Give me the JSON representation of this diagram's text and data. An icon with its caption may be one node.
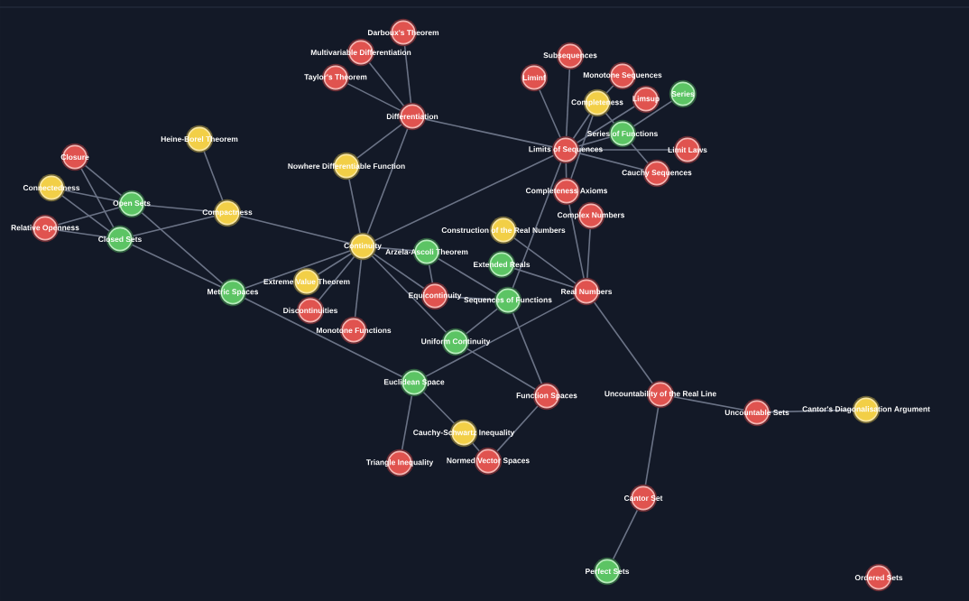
{
  "diagram": {
    "nodes": [
      {
        "text": [
          "Darboux's Theorem"
        ]
      },
      {
        "text": [
          "Multivariable Differentiation"
        ]
      },
      {
        "text": [
          "Subsequences"
        ]
      },
      {
        "text": [
          "Monotone Sequences"
        ]
      },
      {
        "text": [
          "Liminf"
        ]
      },
      {
        "text": [
          "Taylor's Theorem"
        ]
      },
      {
        "text": [
          "Limsup"
        ]
      },
      {
        "text": [
          "Series"
        ]
      },
      {
        "text": [
          "Completeness"
        ]
      },
      {
        "text": [
          "Differentiation"
        ]
      },
      {
        "text": [
          "Series of Functions"
        ]
      },
      {
        "text": [
          "Limit Laws"
        ]
      },
      {
        "text": [
          "Heine-Borel Theorem"
        ]
      },
      {
        "text": [
          "Limits of Sequences"
        ]
      },
      {
        "text": [
          "Closure"
        ]
      },
      {
        "text": [
          "Nowhere Differentiable Function"
        ]
      },
      {
        "text": [
          "Cauchy Sequences"
        ]
      },
      {
        "text": [
          "Connectedness"
        ]
      },
      {
        "text": [
          "Completeness Axioms"
        ]
      },
      {
        "text": [
          "Open Sets"
        ]
      },
      {
        "text": [
          "Compactness"
        ]
      },
      {
        "text": [
          "Complex Numbers"
        ]
      },
      {
        "text": [
          "Relative Openness"
        ]
      },
      {
        "text": [
          "Construction of the Real Numbers"
        ]
      },
      {
        "text": [
          "Closed Sets"
        ]
      },
      {
        "text": [
          "Continuity"
        ]
      },
      {
        "text": [
          "Arzela-Ascoli Theorem"
        ]
      },
      {
        "text": [
          "Extended Reals"
        ]
      },
      {
        "text": [
          "Extreme Value Theorem"
        ]
      },
      {
        "text": [
          "Metric Spaces"
        ]
      },
      {
        "text": [
          "Real Numbers"
        ]
      },
      {
        "text": [
          "Sequences of Functions"
        ]
      },
      {
        "text": [
          "Equicontinuity"
        ]
      },
      {
        "text": [
          "Discontinuities"
        ]
      },
      {
        "text": [
          "Monotone Functions"
        ]
      },
      {
        "text": [
          "Uniform Continuity"
        ]
      },
      {
        "text": [
          "Euclidean Space"
        ]
      },
      {
        "text": [
          "Uncountability of the Real Line"
        ]
      },
      {
        "text": [
          "Function Spaces"
        ]
      },
      {
        "text": [
          "Cantor's Diagonalisation Argument"
        ]
      },
      {
        "text": [
          "Uncountable Sets"
        ]
      },
      {
        "text": [
          "Cauchy-Schwartz Inequality"
        ]
      },
      {
        "text": [
          "Normed Vector Spaces"
        ]
      },
      {
        "text": [
          "Triangle Inequality"
        ]
      },
      {
        "text": [
          "Cantor Set"
        ]
      },
      {
        "text": [
          "Perfect Sets"
        ]
      },
      {
        "text": [
          "Ordered Sets"
        ]
      }
    ],
    "edges": [
      {
        "from": 0,
        "to": 9,
        "arrow": "none"
      },
      {
        "from": 1,
        "to": 9,
        "arrow": "none"
      },
      {
        "from": 5,
        "to": 9,
        "arrow": "none"
      },
      {
        "from": 9,
        "to": 15,
        "arrow": "none"
      },
      {
        "from": 9,
        "to": 25,
        "arrow": "none"
      },
      {
        "from": 9,
        "to": 13,
        "arrow": "none"
      },
      {
        "from": 15,
        "to": 25,
        "arrow": "none"
      },
      {
        "from": 12,
        "to": 20,
        "arrow": "none"
      },
      {
        "from": 14,
        "to": 19,
        "arrow": "none"
      },
      {
        "from": 14,
        "to": 24,
        "arrow": "none"
      },
      {
        "from": 17,
        "to": 19,
        "arrow": "none"
      },
      {
        "from": 17,
        "to": 24,
        "arrow": "none"
      },
      {
        "from": 22,
        "to": 19,
        "arrow": "none"
      },
      {
        "from": 22,
        "to": 24,
        "arrow": "none"
      },
      {
        "from": 19,
        "to": 20,
        "arrow": "none"
      },
      {
        "from": 19,
        "to": 29,
        "arrow": "none"
      },
      {
        "from": 24,
        "to": 20,
        "arrow": "none"
      },
      {
        "from": 24,
        "to": 29,
        "arrow": "none"
      },
      {
        "from": 20,
        "to": 25,
        "arrow": "none"
      },
      {
        "from": 29,
        "to": 25,
        "arrow": "none"
      },
      {
        "from": 28,
        "to": 25,
        "arrow": "none"
      },
      {
        "from": 25,
        "to": 33,
        "arrow": "none"
      },
      {
        "from": 25,
        "to": 34,
        "arrow": "none"
      },
      {
        "from": 25,
        "to": 26,
        "arrow": "none"
      },
      {
        "from": 25,
        "to": 32,
        "arrow": "none"
      },
      {
        "from": 25,
        "to": 35,
        "arrow": "none"
      },
      {
        "from": 25,
        "to": 13,
        "arrow": "none"
      },
      {
        "from": 26,
        "to": 32,
        "arrow": "none"
      },
      {
        "from": 26,
        "to": 31,
        "arrow": "none"
      },
      {
        "from": 29,
        "to": 36,
        "arrow": "none"
      },
      {
        "from": 4,
        "to": 13,
        "arrow": "none"
      },
      {
        "from": 2,
        "to": 13,
        "arrow": "none"
      },
      {
        "from": 3,
        "to": 8,
        "arrow": "none"
      },
      {
        "from": 8,
        "to": 13,
        "arrow": "none"
      },
      {
        "from": 6,
        "to": 13,
        "arrow": "none"
      },
      {
        "from": 10,
        "to": 7,
        "arrow": "none"
      },
      {
        "from": 10,
        "to": 13,
        "arrow": "none"
      },
      {
        "from": 11,
        "to": 13,
        "arrow": "none"
      },
      {
        "from": 16,
        "to": 13,
        "arrow": "none"
      },
      {
        "from": 8,
        "to": 10,
        "arrow": "none"
      },
      {
        "from": 10,
        "to": 16,
        "arrow": "none"
      },
      {
        "from": 13,
        "to": 18,
        "arrow": "none"
      },
      {
        "from": 13,
        "to": 31,
        "arrow": "none"
      },
      {
        "from": 8,
        "to": 18,
        "arrow": "none"
      },
      {
        "from": 18,
        "to": 30,
        "arrow": "none"
      },
      {
        "from": 21,
        "to": 30,
        "arrow": "none"
      },
      {
        "from": 23,
        "to": 30,
        "arrow": "none"
      },
      {
        "from": 27,
        "to": 30,
        "arrow": "none"
      },
      {
        "from": 30,
        "to": 36,
        "arrow": "none"
      },
      {
        "from": 30,
        "to": 37,
        "arrow": "none"
      },
      {
        "from": 32,
        "to": 31,
        "arrow": "none"
      },
      {
        "from": 35,
        "to": 31,
        "arrow": "none"
      },
      {
        "from": 35,
        "to": 38,
        "arrow": "none"
      },
      {
        "from": 31,
        "to": 38,
        "arrow": "none"
      },
      {
        "from": 36,
        "to": 43,
        "arrow": "none"
      },
      {
        "from": 36,
        "to": 41,
        "arrow": "none"
      },
      {
        "from": 41,
        "to": 42,
        "arrow": "none"
      },
      {
        "from": 42,
        "to": 38,
        "arrow": "none"
      },
      {
        "from": 37,
        "to": 40,
        "arrow": "none"
      },
      {
        "from": 40,
        "to": 39,
        "arrow": "none"
      },
      {
        "from": 37,
        "to": 44,
        "arrow": "none"
      },
      {
        "from": 44,
        "to": 45,
        "arrow": "none"
      }
    ]
  }
}
